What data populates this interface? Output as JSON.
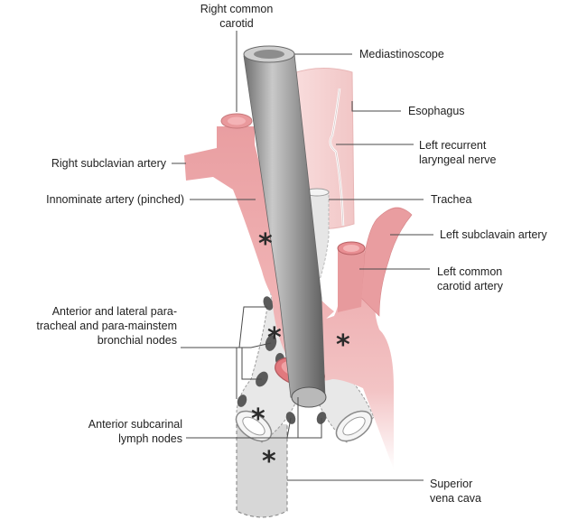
{
  "labels": {
    "right_common_carotid": "Right common\ncarotid",
    "mediastinoscope": "Mediastinoscope",
    "esophagus": "Esophagus",
    "left_recurrent_laryngeal_nerve": "Left recurrent\nlaryngeal nerve",
    "right_subclavian_artery": "Right subclavian artery",
    "innominate_artery": "Innominate artery (pinched)",
    "trachea": "Trachea",
    "left_subclavain_artery": "Left subclavain artery",
    "left_common_carotid_artery": "Left common\ncarotid artery",
    "paratracheal_nodes": "Anterior and lateral para-\ntracheal and para-mainstem\nbronchial nodes",
    "subcarinal_nodes": "Anterior subcarinal\nlymph nodes",
    "superior_vena_cava": "Superior\nvena cava"
  },
  "marker_symbol": "*",
  "colors": {
    "artery": "#e9a0a2",
    "artery_dark": "#c76a6e",
    "esophagus": "#f6d2d2",
    "trachea": "#e7e7e7",
    "scope": "#9b9b9b",
    "node": "#555555",
    "leader": "#4a4a4a",
    "text": "#222222"
  },
  "icons": [
    "mediastinoscope-illustration",
    "asterisk-marker"
  ]
}
